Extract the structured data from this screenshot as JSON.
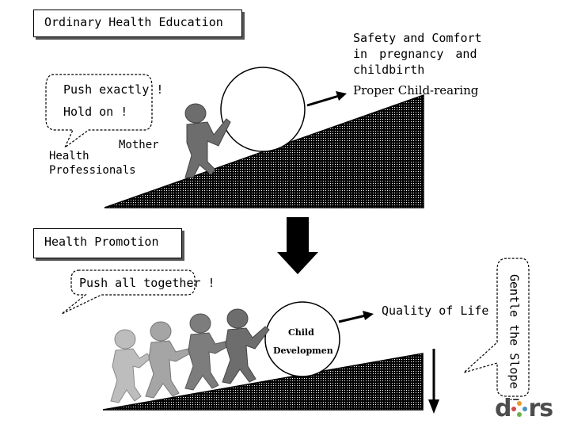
{
  "top": {
    "title": "Ordinary Health Education",
    "bubble_line1": "Push exactly !",
    "bubble_line2": "Hold on !",
    "health_prof_line1": "Health",
    "health_prof_line2": "Professionals",
    "mother": "Mother",
    "safety_line1": "Safety and Comfort",
    "safety_line2": "in pregnancy and",
    "safety_line3": "childbirth",
    "proper": "Proper Child-rearing"
  },
  "bottom": {
    "title": "Health Promotion",
    "bubble": "Push all together !",
    "ball_line1": "Child",
    "ball_line2": "Developmen",
    "quality": "Quality of Life",
    "gentle": "Gentle the Slope !"
  },
  "logo": {
    "text_pre": "d",
    "text_post": "rs"
  }
}
